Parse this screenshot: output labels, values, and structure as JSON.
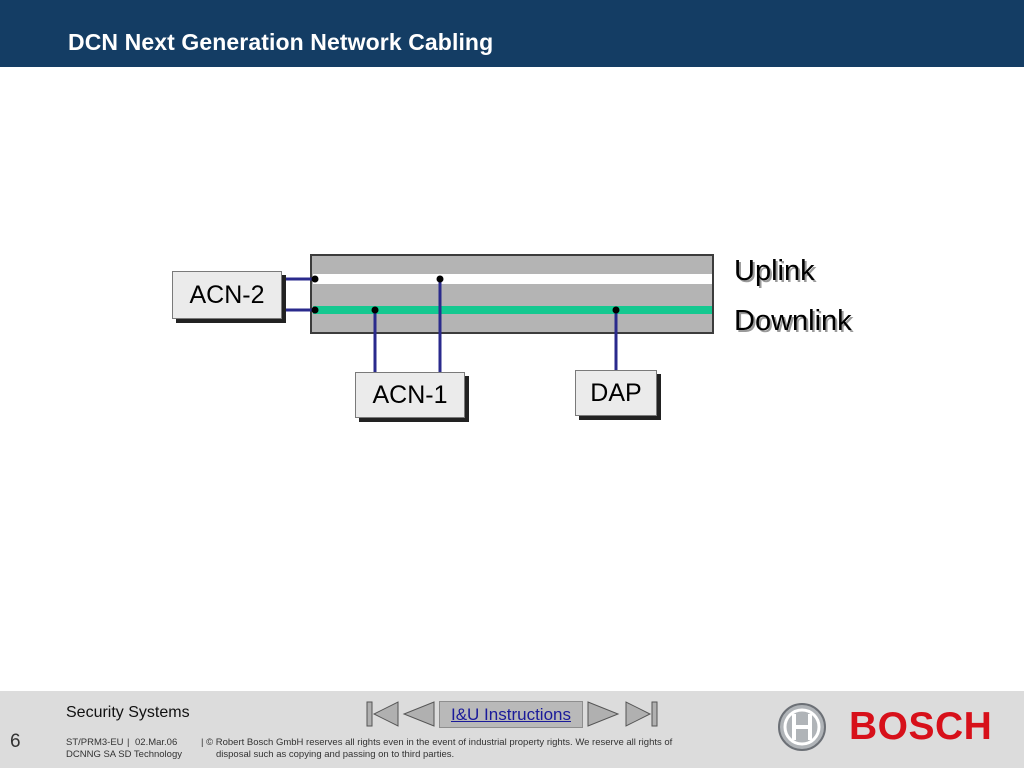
{
  "header": {
    "title": "DCN Next Generation Network Cabling",
    "color": "#143d64"
  },
  "diagram": {
    "nodes": {
      "acn2": "ACN-2",
      "acn1": "ACN-1",
      "dap": "DAP"
    },
    "lines": {
      "uplink": "Uplink",
      "downlink": "Downlink"
    },
    "colors": {
      "uplink": "#ffffff",
      "downlink": "#14c890",
      "connector": "#2a2a8c",
      "cable": "#b4b4b4"
    }
  },
  "footer": {
    "page_number": "6",
    "company": "Security Systems",
    "dept": "ST/PRM3-EU",
    "date": "02.Mar.06",
    "group": "DCNNG SA SD Technology",
    "copyright_line1": "| © Robert Bosch GmbH reserves all rights even in the event of industrial property rights. We reserve all rights of",
    "copyright_line2": "disposal such as copying and passing on to third parties.",
    "nav_label": "I&U Instructions",
    "brand": "BOSCH",
    "brand_color": "#d7101a"
  }
}
